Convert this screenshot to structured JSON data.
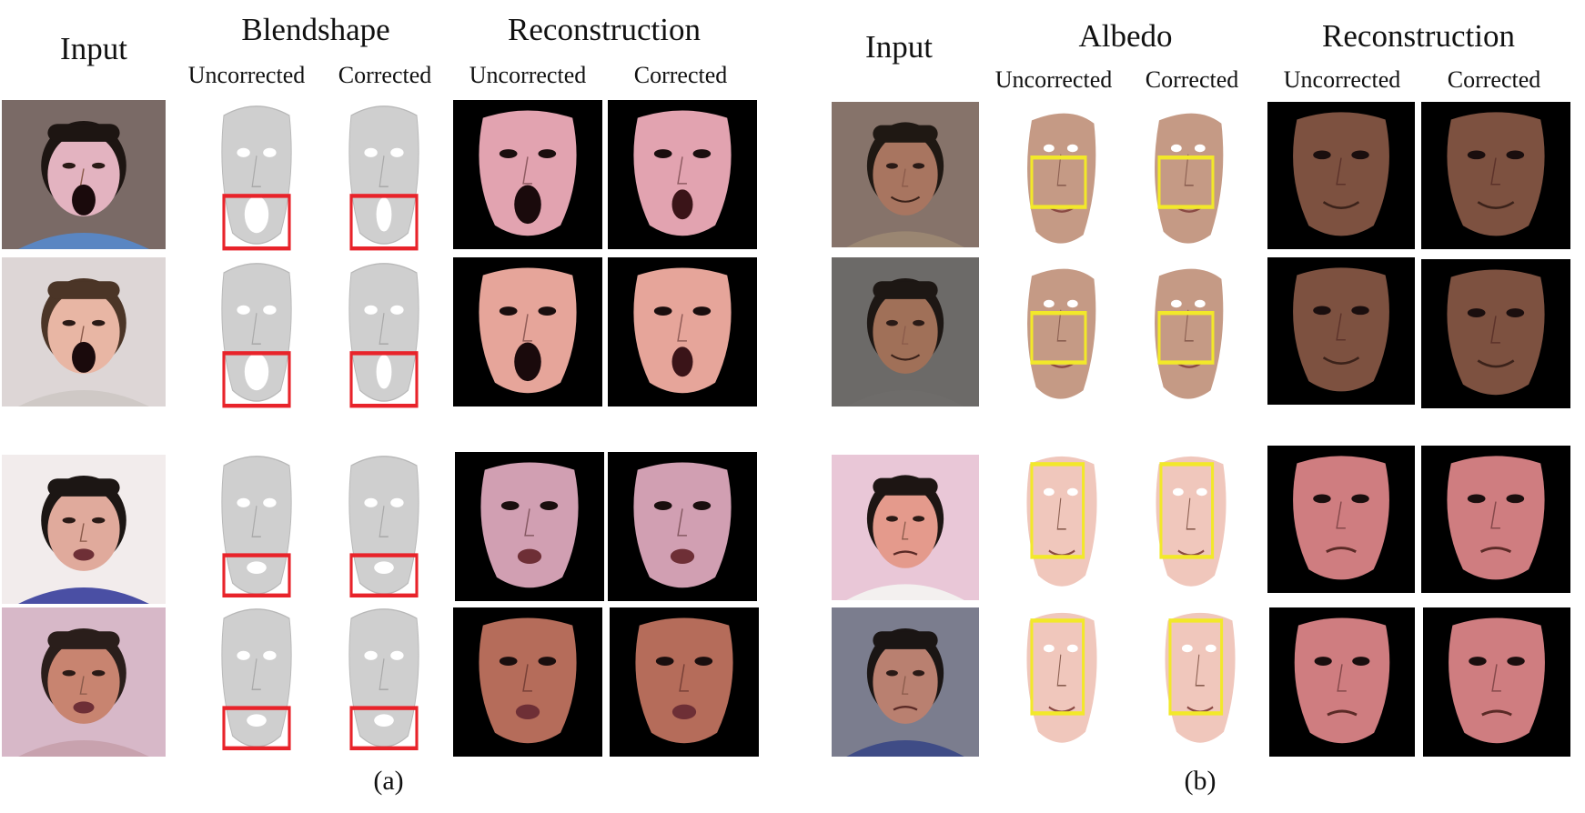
{
  "panel_a": {
    "col_input": "Input",
    "col_blendshape": "Blendshape",
    "col_reconstruction": "Reconstruction",
    "sub_uncorrected_1": "Uncorrected",
    "sub_corrected_1": "Corrected",
    "sub_uncorrected_2": "Uncorrected",
    "sub_corrected_2": "Corrected",
    "caption": "(a)",
    "highlight_color": "#e8232a"
  },
  "panel_b": {
    "col_input": "Input",
    "col_albedo": "Albedo",
    "col_reconstruction": "Reconstruction",
    "sub_uncorrected_1": "Uncorrected",
    "sub_corrected_1": "Corrected",
    "sub_uncorrected_2": "Uncorrected",
    "sub_corrected_2": "Corrected",
    "caption": "(b)",
    "highlight_color": "#f2e82a"
  },
  "images": {
    "input_photo": "face-photo",
    "blendshape_render": "grey-mesh-face",
    "albedo_render": "textured-face",
    "reconstruction_render": "skin-face-on-black"
  }
}
